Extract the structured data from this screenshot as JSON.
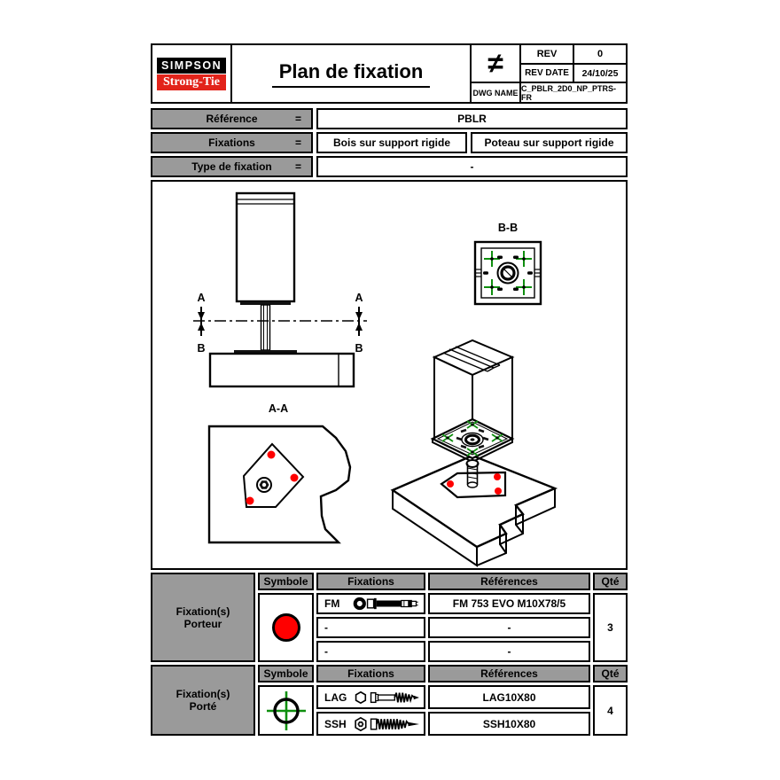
{
  "colors": {
    "logo_red": "#e2231a",
    "marker_red": "#ff0000",
    "marker_green": "#0f8f0f",
    "table_gray": "#9a9a9a"
  },
  "header": {
    "logo_line1": "SIMPSON",
    "logo_line2": "Strong-Tie",
    "title": "Plan de fixation",
    "scale_symbol": "≠",
    "rev": {
      "label": "REV",
      "value": "0"
    },
    "rev_date": {
      "label": "REV DATE",
      "value": "24/10/25"
    },
    "dwg": {
      "label": "DWG NAME",
      "value": "C_PBLR_2D0_NP_PTRS-FR"
    }
  },
  "reference_table": {
    "equals": "=",
    "row1": {
      "label": "Référence",
      "value": "PBLR"
    },
    "row2": {
      "label": "Fixations",
      "value_left": "Bois sur support rigide",
      "value_right": "Poteau sur support rigide"
    },
    "row3": {
      "label": "Type de fixation",
      "value": "-"
    }
  },
  "drawing": {
    "front": {
      "label_a": "A",
      "label_b": "B"
    },
    "bb": {
      "title": "B-B"
    },
    "aa": {
      "title": "A-A"
    },
    "icons": {
      "porteur_marker": "red-filled-circle",
      "porte_marker": "green-crosshair-circle",
      "fm_icon": "expansion-anchor-bolt",
      "lag_icon": "lag-screw",
      "ssh_icon": "structural-screw"
    }
  },
  "porteur_table": {
    "title_line1": "Fixation(s)",
    "title_line2": "Porteur",
    "headers": {
      "symbole": "Symbole",
      "fixations": "Fixations",
      "references": "Références",
      "qty": "Qté"
    },
    "rows": [
      {
        "code": "FM",
        "reference": "FM 753 EVO M10X78/5"
      },
      {
        "code": "-",
        "reference": "-"
      },
      {
        "code": "-",
        "reference": "-"
      }
    ],
    "qty": "3"
  },
  "porte_table": {
    "title_line1": "Fixation(s)",
    "title_line2": "Porté",
    "headers": {
      "symbole": "Symbole",
      "fixations": "Fixations",
      "references": "Références",
      "qty": "Qté"
    },
    "rows": [
      {
        "code": "LAG",
        "reference": "LAG10X80"
      },
      {
        "code": "SSH",
        "reference": "SSH10X80"
      }
    ],
    "qty": "4"
  }
}
